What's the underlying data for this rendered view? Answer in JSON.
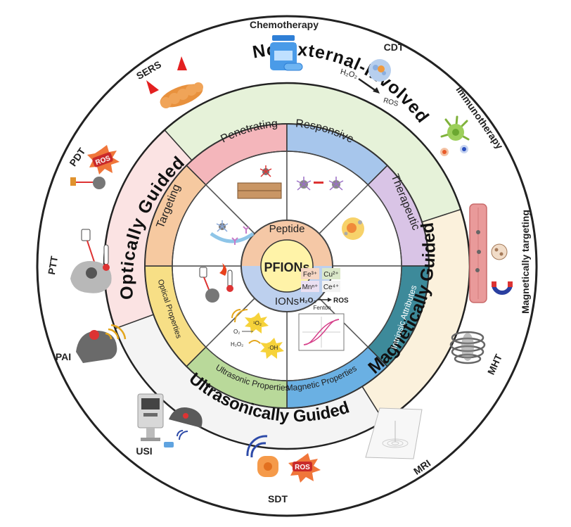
{
  "center": {
    "top": "Peptide",
    "title": "PFIONs",
    "bottom": "IONs"
  },
  "inner_segments": [
    {
      "label": "Penetrating",
      "color": "#f4b6bb"
    },
    {
      "label": "Responsive",
      "color": "#a7c6ec"
    },
    {
      "label": "Therapeutic",
      "color": "#d9c4e6"
    },
    {
      "label": "Intrinsic Attributes",
      "color": "#3d8a9a"
    },
    {
      "label": "Magnetic Properties",
      "color": "#6ab0e3"
    },
    {
      "label": "Ultrasonic Properties",
      "color": "#b9d99a"
    },
    {
      "label": "Optical Properties",
      "color": "#f7df86"
    },
    {
      "label": "Targeting",
      "color": "#f6c9a0"
    }
  ],
  "guided_segments": [
    {
      "label": "No-External-Involved",
      "color": "#e6f2d9"
    },
    {
      "label": "Magnetically Guided",
      "color": "#fbf1dc"
    },
    {
      "label": "Ultrasonically Guided",
      "color": "#f4f4f4"
    },
    {
      "label": "Optically Guided",
      "color": "#fbe3e3"
    }
  ],
  "outer_labels": [
    "Chemotherapy",
    "CDT",
    "Immunotherapy",
    "Magnetically targeting",
    "MHT",
    "MRI",
    "SDT",
    "USI",
    "PAI",
    "PTT",
    "PDT",
    "SERS"
  ],
  "icon_text": {
    "cdt_h2o2": "H₂O₂",
    "cdt_ros": "ROS",
    "pdt_ros": "ROS",
    "sdt_ros": "ROS",
    "us_o2": "O₂",
    "us_1o2": "¹O₂",
    "us_h2o2": "H₂O₂",
    "us_oh": "·OH",
    "ions": [
      "Fe³⁺",
      "Cu²⁺",
      "Mnⁿ⁺",
      "Ce⁴⁺"
    ],
    "fenton_h2o2": "H₂O₂",
    "fenton_ros": "ROS",
    "fenton_label": "Fenton"
  }
}
